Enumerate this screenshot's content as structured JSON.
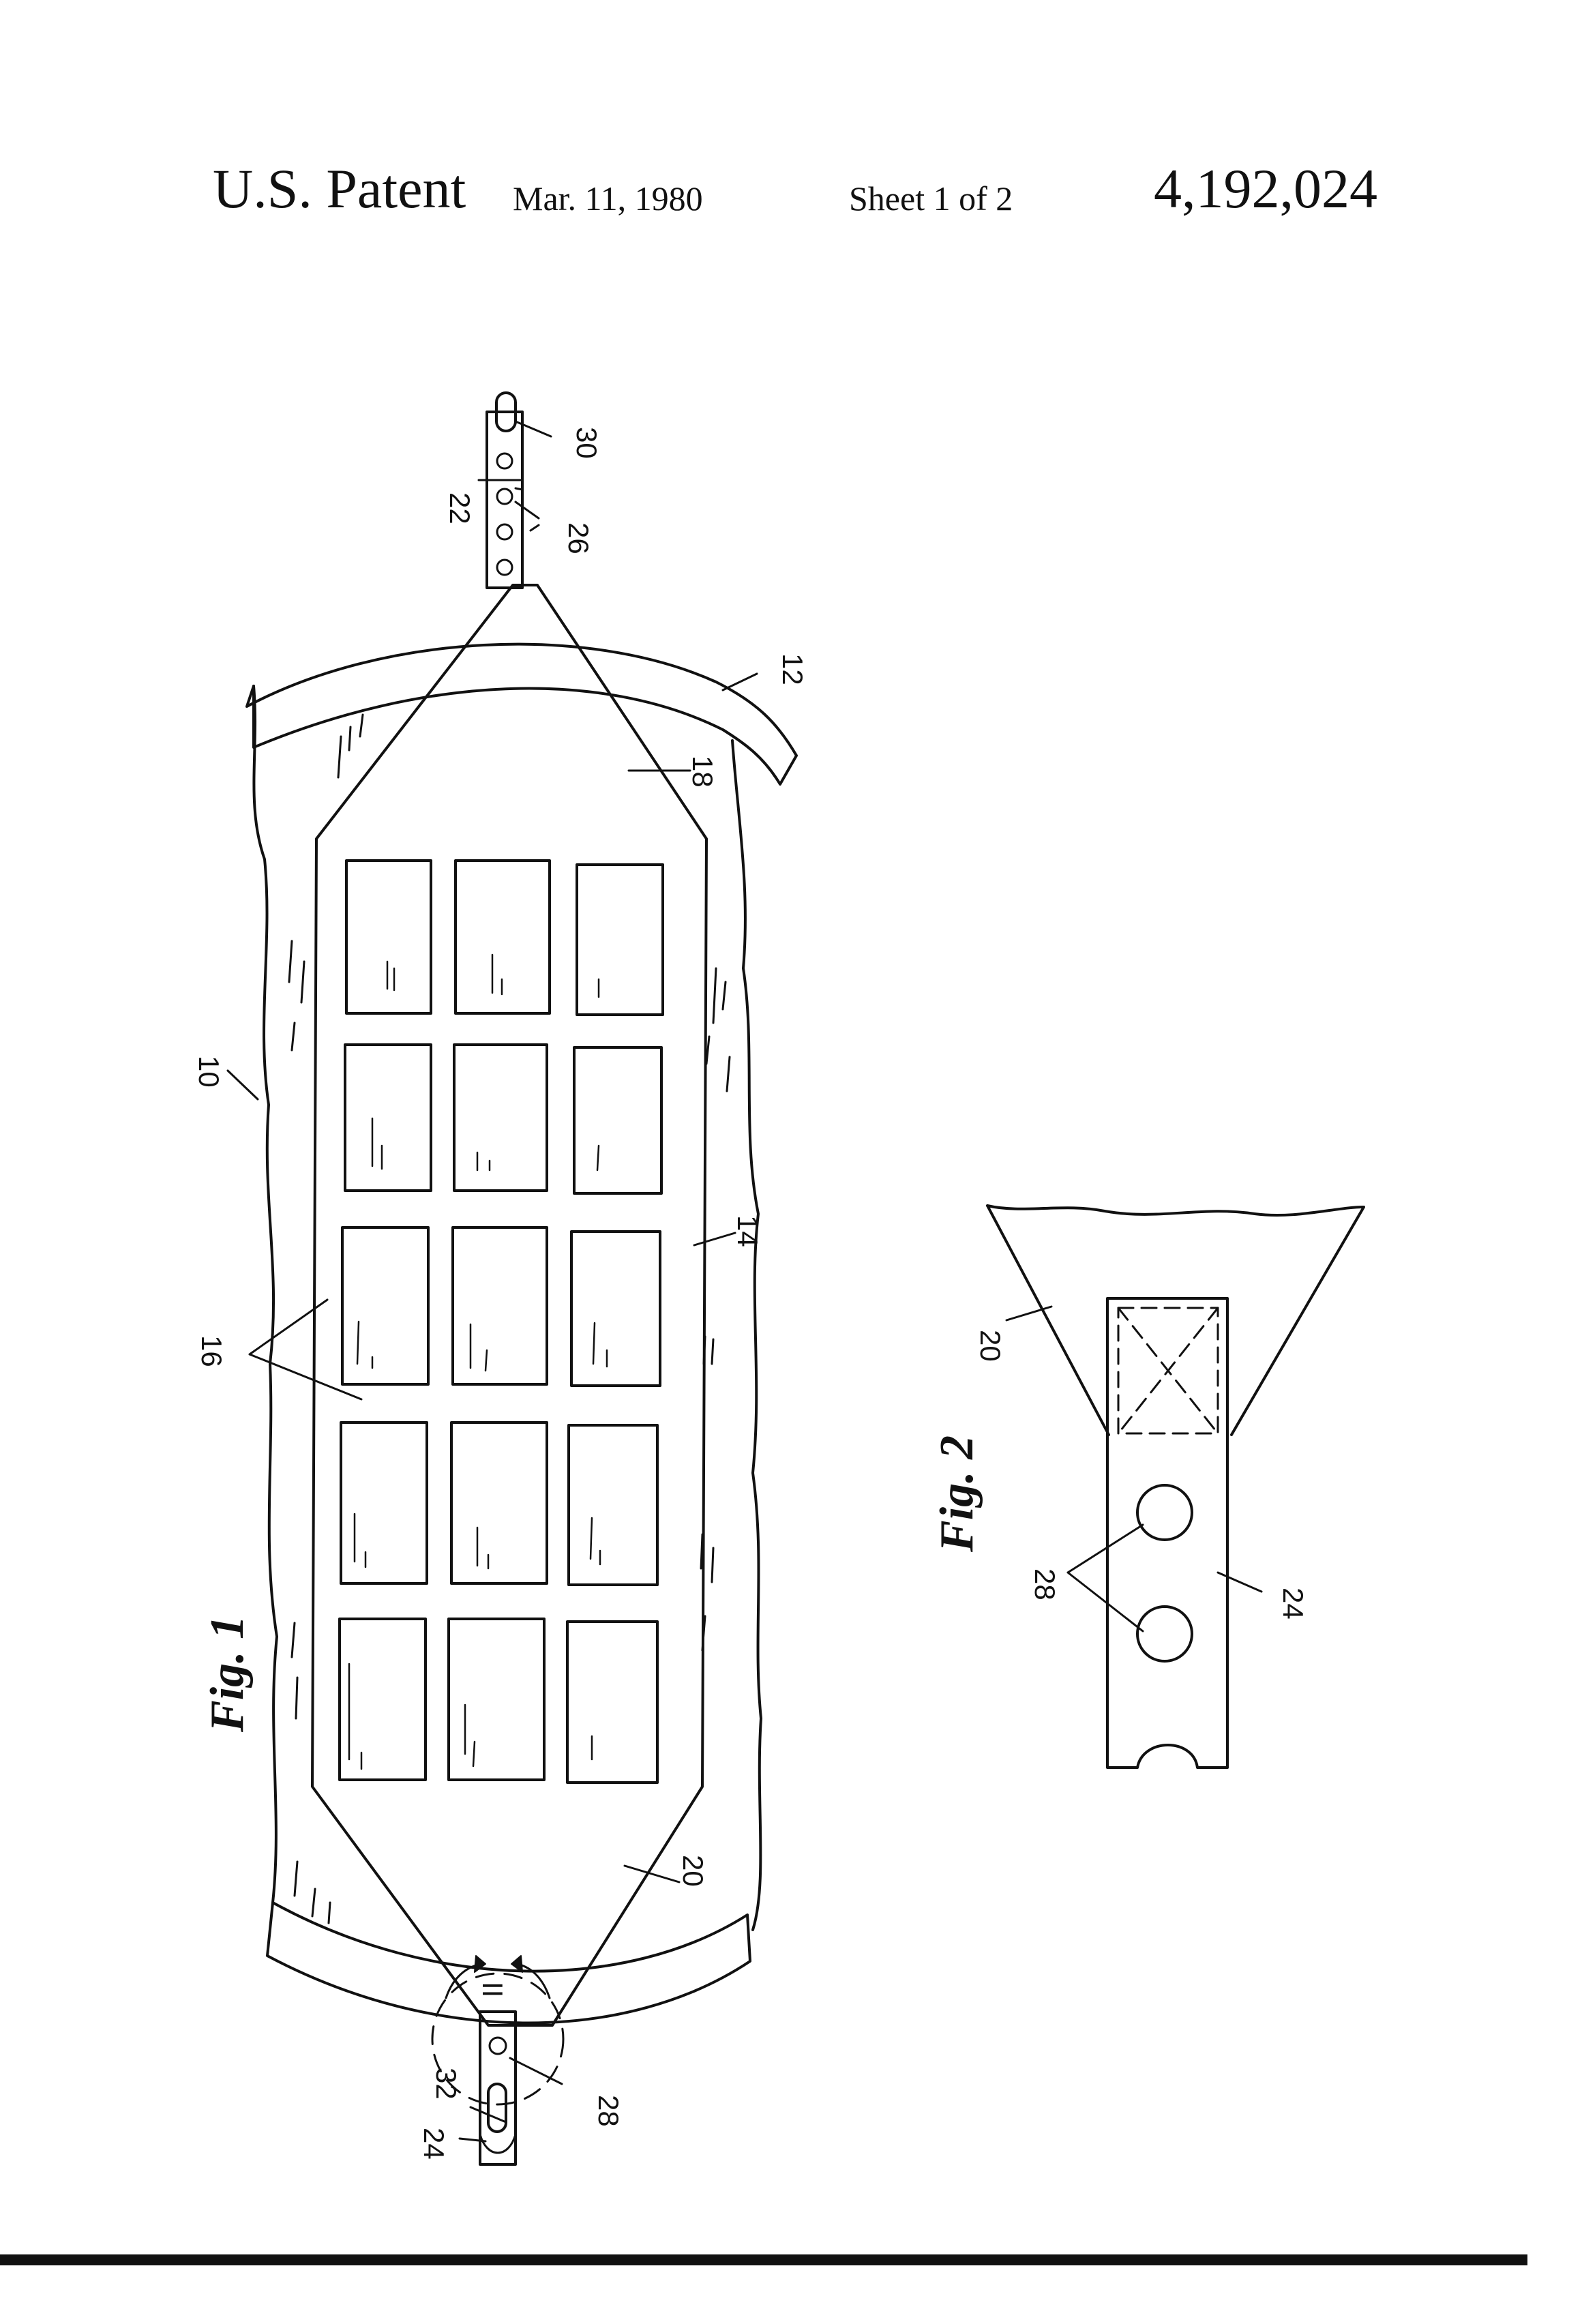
{
  "header": {
    "title": "U.S. Patent",
    "date": "Mar. 11, 1980",
    "sheet": "Sheet 1 of 2",
    "patent_number": "4,192,024"
  },
  "figures": {
    "fig1": {
      "label": "Fig. 1",
      "refs": {
        "r10": "10",
        "r12": "12",
        "r14": "14",
        "r16": "16",
        "r18": "18",
        "r20": "20",
        "r22": "22",
        "r24": "24",
        "r26": "26",
        "r28": "28",
        "r30": "30",
        "r32": "32",
        "detail": "II"
      }
    },
    "fig2": {
      "label": "Fig. 2",
      "refs": {
        "r20": "20",
        "r24": "24",
        "r28": "28"
      }
    }
  },
  "colors": {
    "ink": "#111111",
    "paper": "#ffffff"
  }
}
